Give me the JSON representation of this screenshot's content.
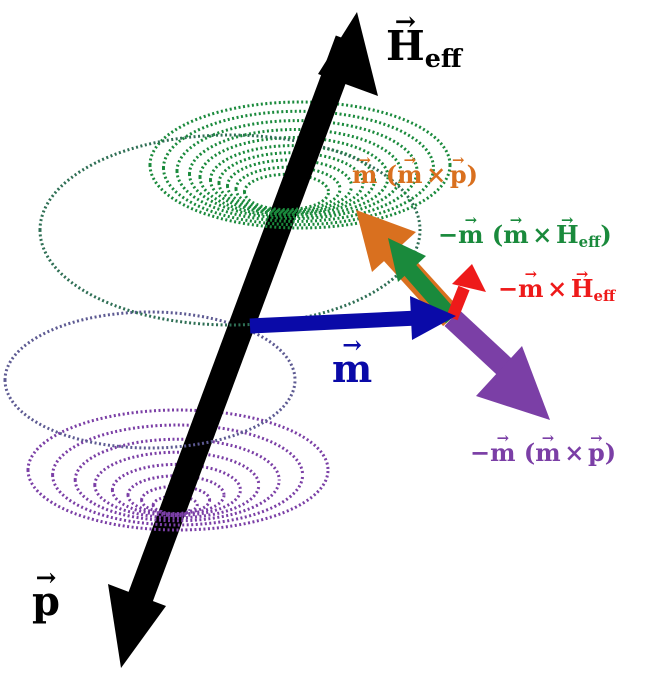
{
  "colors": {
    "axis": "#000000",
    "m_vector": "#0a0aa8",
    "precession_green": "#1a8a3c",
    "damping_purple": "#7b3fa6",
    "sot_orange": "#d9701f",
    "field_red": "#ee1a1a"
  },
  "labels": {
    "heff": {
      "main": "H",
      "sub": "eff"
    },
    "p": {
      "main": "p"
    },
    "m": {
      "main": "m"
    },
    "m_m_x_p": {
      "prefix": "",
      "m1": "m",
      "open": "(",
      "m2": "m",
      "op": "×",
      "p": "p",
      "close": ")"
    },
    "neg_m_m_x_heff": {
      "prefix": "−",
      "m1": "m",
      "open": "(",
      "m2": "m",
      "op": "×",
      "h": "H",
      "sub": "eff",
      "close": ")"
    },
    "neg_m_x_heff": {
      "prefix": "−",
      "m": "m",
      "op": "×",
      "h": "H",
      "sub": "eff"
    },
    "neg_m_m_x_p": {
      "prefix": "−",
      "m1": "m",
      "open": "(",
      "m2": "m",
      "op": "×",
      "p": "p",
      "close": ")"
    }
  }
}
